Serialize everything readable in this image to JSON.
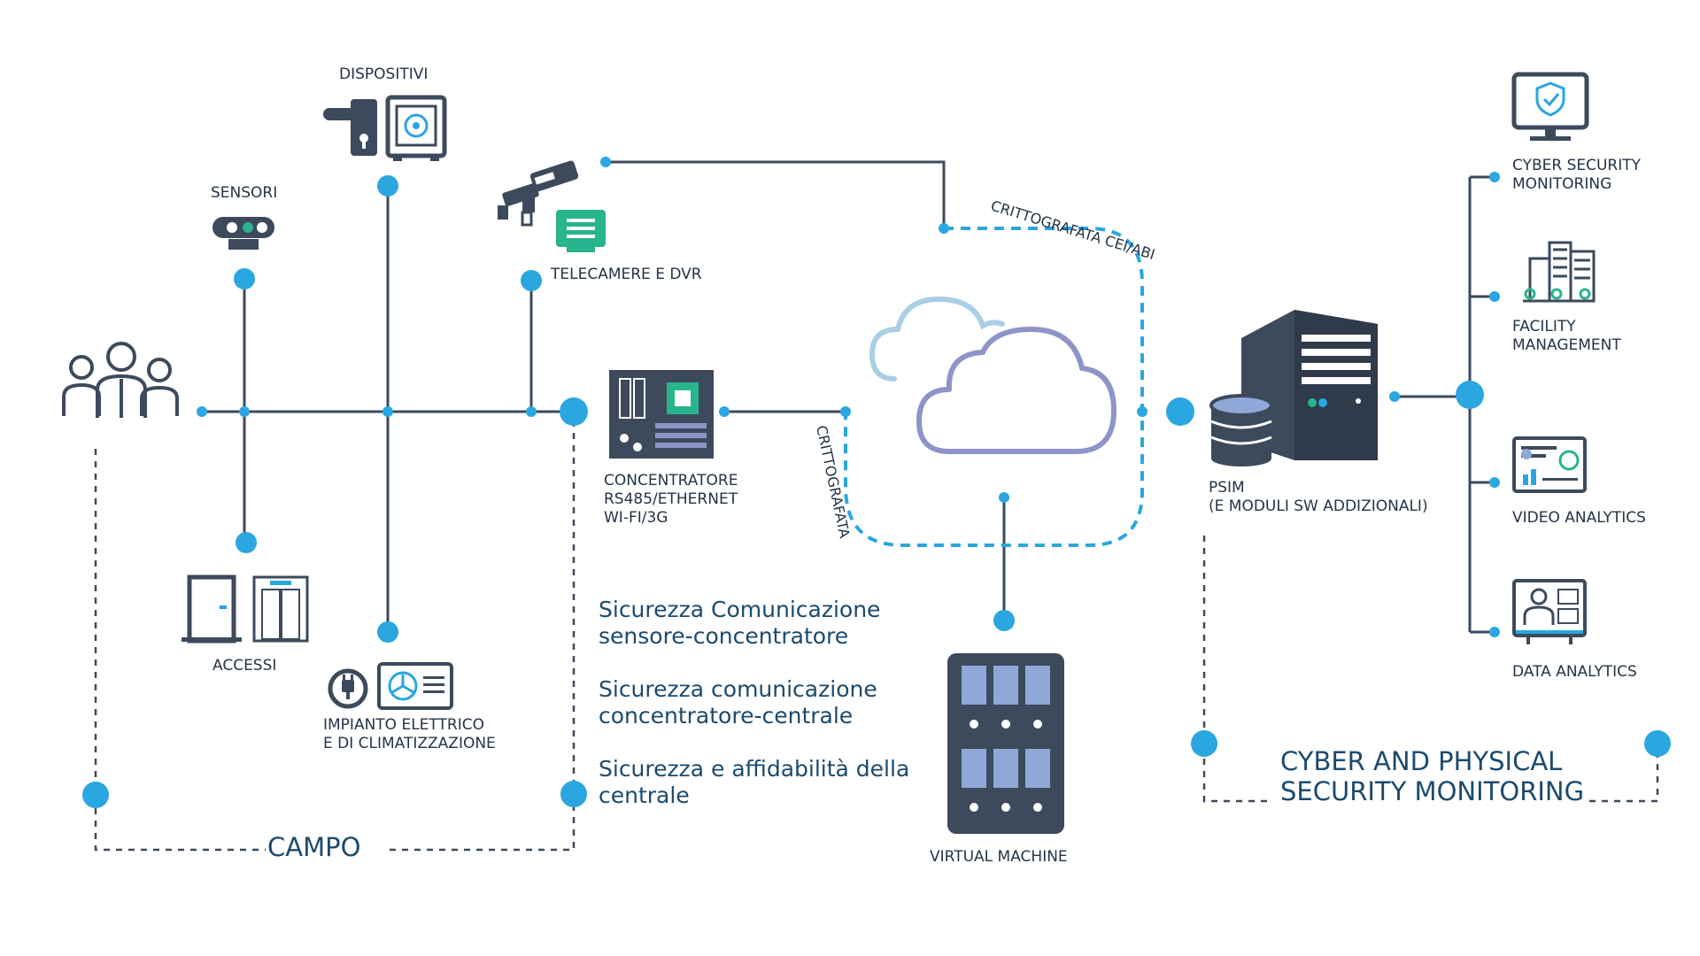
{
  "labels": {
    "sensori": "SENSORI",
    "dispositivi": "DISPOSITIVI",
    "telecamere": "TELECAMERE E DVR",
    "concentratore": [
      "CONCENTRATORE",
      "RS485/ETHERNET",
      "WI-FI/3G"
    ],
    "accessi": "ACCESSI",
    "impianto": [
      "IMPIANTO ELETTRICO",
      "E DI CLIMATIZZAZIONE"
    ],
    "crittografata_cei": "CRITTOGRAFATA CEI/ABI",
    "crittografata": "CRITTOGRAFATA",
    "virtual_machine": "VIRTUAL MACHINE",
    "psim": [
      "PSIM",
      "(E MODULI SW ADDIZIONALI)"
    ],
    "cyber_security": [
      "CYBER SECURITY",
      "MONITORING"
    ],
    "facility": [
      "FACILITY",
      "MANAGEMENT"
    ],
    "video_analytics": "VIDEO ANALYTICS",
    "data_analytics": "DATA ANALYTICS",
    "campo": "CAMPO",
    "cyber_physical": [
      "CYBER AND PHYSICAL",
      "SECURITY MONITORING"
    ]
  },
  "security_notes": [
    [
      "Sicurezza Comunicazione",
      "sensore-concentratore"
    ],
    [
      "Sicurezza comunicazione",
      "concentratore-centrale"
    ],
    [
      "Sicurezza e affidabilità della",
      "centrale"
    ]
  ],
  "icons": {
    "people": "people-group-icon",
    "sensor": "sensor-icon",
    "door_handle": "door-handle-icon",
    "safe": "safe-icon",
    "cctv": "cctv-camera-icon",
    "dvr": "dvr-icon",
    "motherboard": "motherboard-icon",
    "door": "door-icon",
    "elevator": "elevator-icon",
    "plug": "plug-icon",
    "air_conditioner": "air-conditioner-icon",
    "cloud": "cloud-icon",
    "server_rack": "server-rack-icon",
    "server_tower": "server-tower-icon",
    "database": "database-icon",
    "monitor_shield": "monitor-shield-icon",
    "buildings": "buildings-icon",
    "video_screen": "video-analytics-screen-icon",
    "data_screen": "data-analytics-screen-icon"
  },
  "colors": {
    "accent_blue": "#2aa6e0",
    "line_dark": "#3d4a5c",
    "icon_green": "#28b48c",
    "cloud_purple": "#8f94c8",
    "cloud_light": "#a9cfe6",
    "title_blue": "#1c4a6e"
  }
}
